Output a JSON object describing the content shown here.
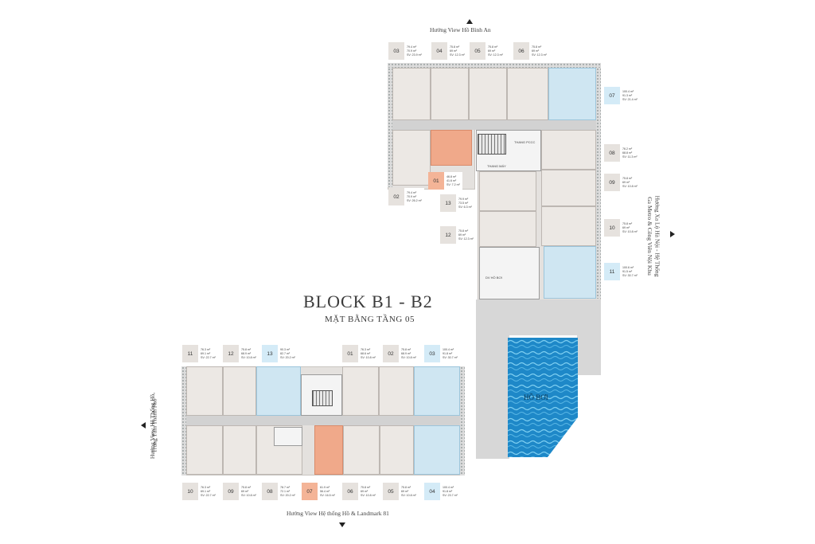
{
  "title": {
    "main": "BLOCK B1 - B2",
    "sub": "MẶT BẰNG TẦNG 05"
  },
  "directions": {
    "top": "Hướng View Hồ Bình An",
    "bottom": "Hướng View Hệ thống Hồ & Landmark 81",
    "right_line1": "Hướng Xa Lộ Hà Nội - Hệ Thống",
    "right_line2": "Ga Metro & Công Viên Nội Khu",
    "left_line1": "Hướng View Hệ Thống Hồ,",
    "left_line2": "Trung Tâm Thành Phố"
  },
  "pool_label": "HỒ BƠI",
  "core_labels": {
    "fire_stair": "THANG PCCC",
    "elevator": "THANG MÁY",
    "pool_dv": "DV HỒ BƠI"
  },
  "colors": {
    "standard": "#ece8e4",
    "blue": "#cfe6f2",
    "orange": "#f0a98a",
    "pool": "#1e88c8"
  },
  "units_upper": [
    {
      "num": "03",
      "l1": "79.4 m²",
      "l2": "70.9 m²",
      "l3": "SV: 23.9 m²",
      "type": "standard"
    },
    {
      "num": "04",
      "l1": "75.8 m²",
      "l2": "69 m²",
      "l3": "SV: 12.3 m²",
      "type": "standard"
    },
    {
      "num": "05",
      "l1": "75.8 m²",
      "l2": "69 m²",
      "l3": "SV: 12.3 m²",
      "type": "standard"
    },
    {
      "num": "06",
      "l1": "75.8 m²",
      "l2": "69 m²",
      "l3": "SV: 12.3 m²",
      "type": "standard"
    },
    {
      "num": "07",
      "l1": "100.4 m²",
      "l2": "91.3 m²",
      "l3": "SV: 21.4 m²",
      "type": "blue"
    },
    {
      "num": "08",
      "l1": "76.2 m²",
      "l2": "68.8 m²",
      "l3": "SV: 11.3 m²",
      "type": "standard"
    },
    {
      "num": "09",
      "l1": "75.8 m²",
      "l2": "69 m²",
      "l3": "SV: 10.8 m²",
      "type": "standard"
    },
    {
      "num": "10",
      "l1": "75.8 m²",
      "l2": "69 m²",
      "l3": "SV: 10.8 m²",
      "type": "standard"
    },
    {
      "num": "11",
      "l1": "100.6 m²",
      "l2": "91.5 m²",
      "l3": "SV: 30.7 m²",
      "type": "blue"
    },
    {
      "num": "01",
      "l1": "46.8 m²",
      "l2": "41.6 m²",
      "l3": "SV: 7.2 m²",
      "type": "orange"
    },
    {
      "num": "02",
      "l1": "79.4 m²",
      "l2": "70.9 m²",
      "l3": "SV: 26.2 m²",
      "type": "standard"
    },
    {
      "num": "13",
      "l1": "79.9 m²",
      "l2": "73.5 m²",
      "l3": "SV: 6.3 m²",
      "type": "standard"
    },
    {
      "num": "12",
      "l1": "75.8 m²",
      "l2": "69 m²",
      "l3": "SV: 12.3 m²",
      "type": "standard"
    }
  ],
  "units_lower_top": [
    {
      "num": "11",
      "l1": "76.3 m²",
      "l2": "69.1 m²",
      "l3": "SV: 22.7 m²",
      "type": "standard"
    },
    {
      "num": "12",
      "l1": "75.8 m²",
      "l2": "68.9 m²",
      "l3": "SV: 10.8 m²",
      "type": "standard"
    },
    {
      "num": "13",
      "l1": "90.3 m²",
      "l2": "82.7 m²",
      "l3": "SV: 20.2 m²",
      "type": "blue"
    },
    {
      "num": "01",
      "l1": "76.3 m²",
      "l2": "68.6 m²",
      "l3": "SV: 10.8 m²",
      "type": "standard"
    },
    {
      "num": "02",
      "l1": "75.8 m²",
      "l2": "68.9 m²",
      "l3": "SV: 10.8 m²",
      "type": "standard"
    },
    {
      "num": "03",
      "l1": "100.4 m²",
      "l2": "91.8 m²",
      "l3": "SV: 30.7 m²",
      "type": "blue"
    }
  ],
  "units_lower_bottom": [
    {
      "num": "10",
      "l1": "76.3 m²",
      "l2": "69.1 m²",
      "l3": "SV: 22.7 m²",
      "type": "standard"
    },
    {
      "num": "09",
      "l1": "75.8 m²",
      "l2": "69 m²",
      "l3": "SV: 10.8 m²",
      "type": "standard"
    },
    {
      "num": "08",
      "l1": "78.7 m²",
      "l2": "72.1 m²",
      "l3": "SV: 20.2 m²",
      "type": "standard"
    },
    {
      "num": "07",
      "l1": "61.9 m²",
      "l2": "56.4 m²",
      "l3": "SV: 16.5 m²",
      "type": "orange"
    },
    {
      "num": "06",
      "l1": "75.8 m²",
      "l2": "69 m²",
      "l3": "SV: 10.8 m²",
      "type": "standard"
    },
    {
      "num": "05",
      "l1": "75.8 m²",
      "l2": "69 m²",
      "l3": "SV: 10.8 m²",
      "type": "standard"
    },
    {
      "num": "04",
      "l1": "100.4 m²",
      "l2": "91.8 m²",
      "l3": "SV: 23.7 m²",
      "type": "blue"
    }
  ]
}
